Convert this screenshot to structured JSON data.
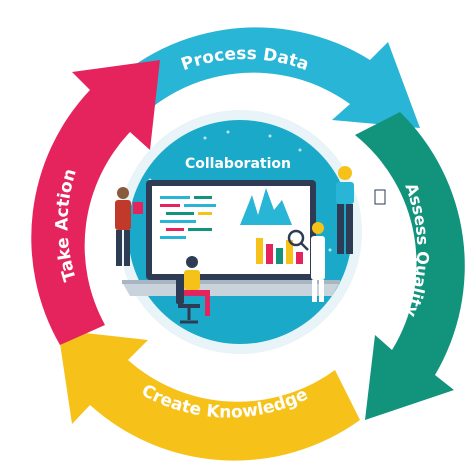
{
  "diagram": {
    "center_title": "Collaboration",
    "stages": [
      {
        "label": "Process Data",
        "color": "#29b5d6"
      },
      {
        "label": "Assess Quality",
        "color": "#12937c"
      },
      {
        "label": "Create Knowledge",
        "color": "#f6c21a"
      },
      {
        "label": "Take Action",
        "color": "#e5245e"
      }
    ],
    "colors": {
      "center_circle": "#1aa9c9",
      "center_ring": "#e8f4f8",
      "laptop_body": "#2e3b55",
      "screen": "#ffffff",
      "accent_pink": "#e5245e",
      "accent_yellow": "#f6c21a",
      "accent_teal": "#12937c"
    },
    "icons": [
      "laptop-icon",
      "person-icon",
      "magnifier-icon",
      "chair-icon"
    ]
  }
}
